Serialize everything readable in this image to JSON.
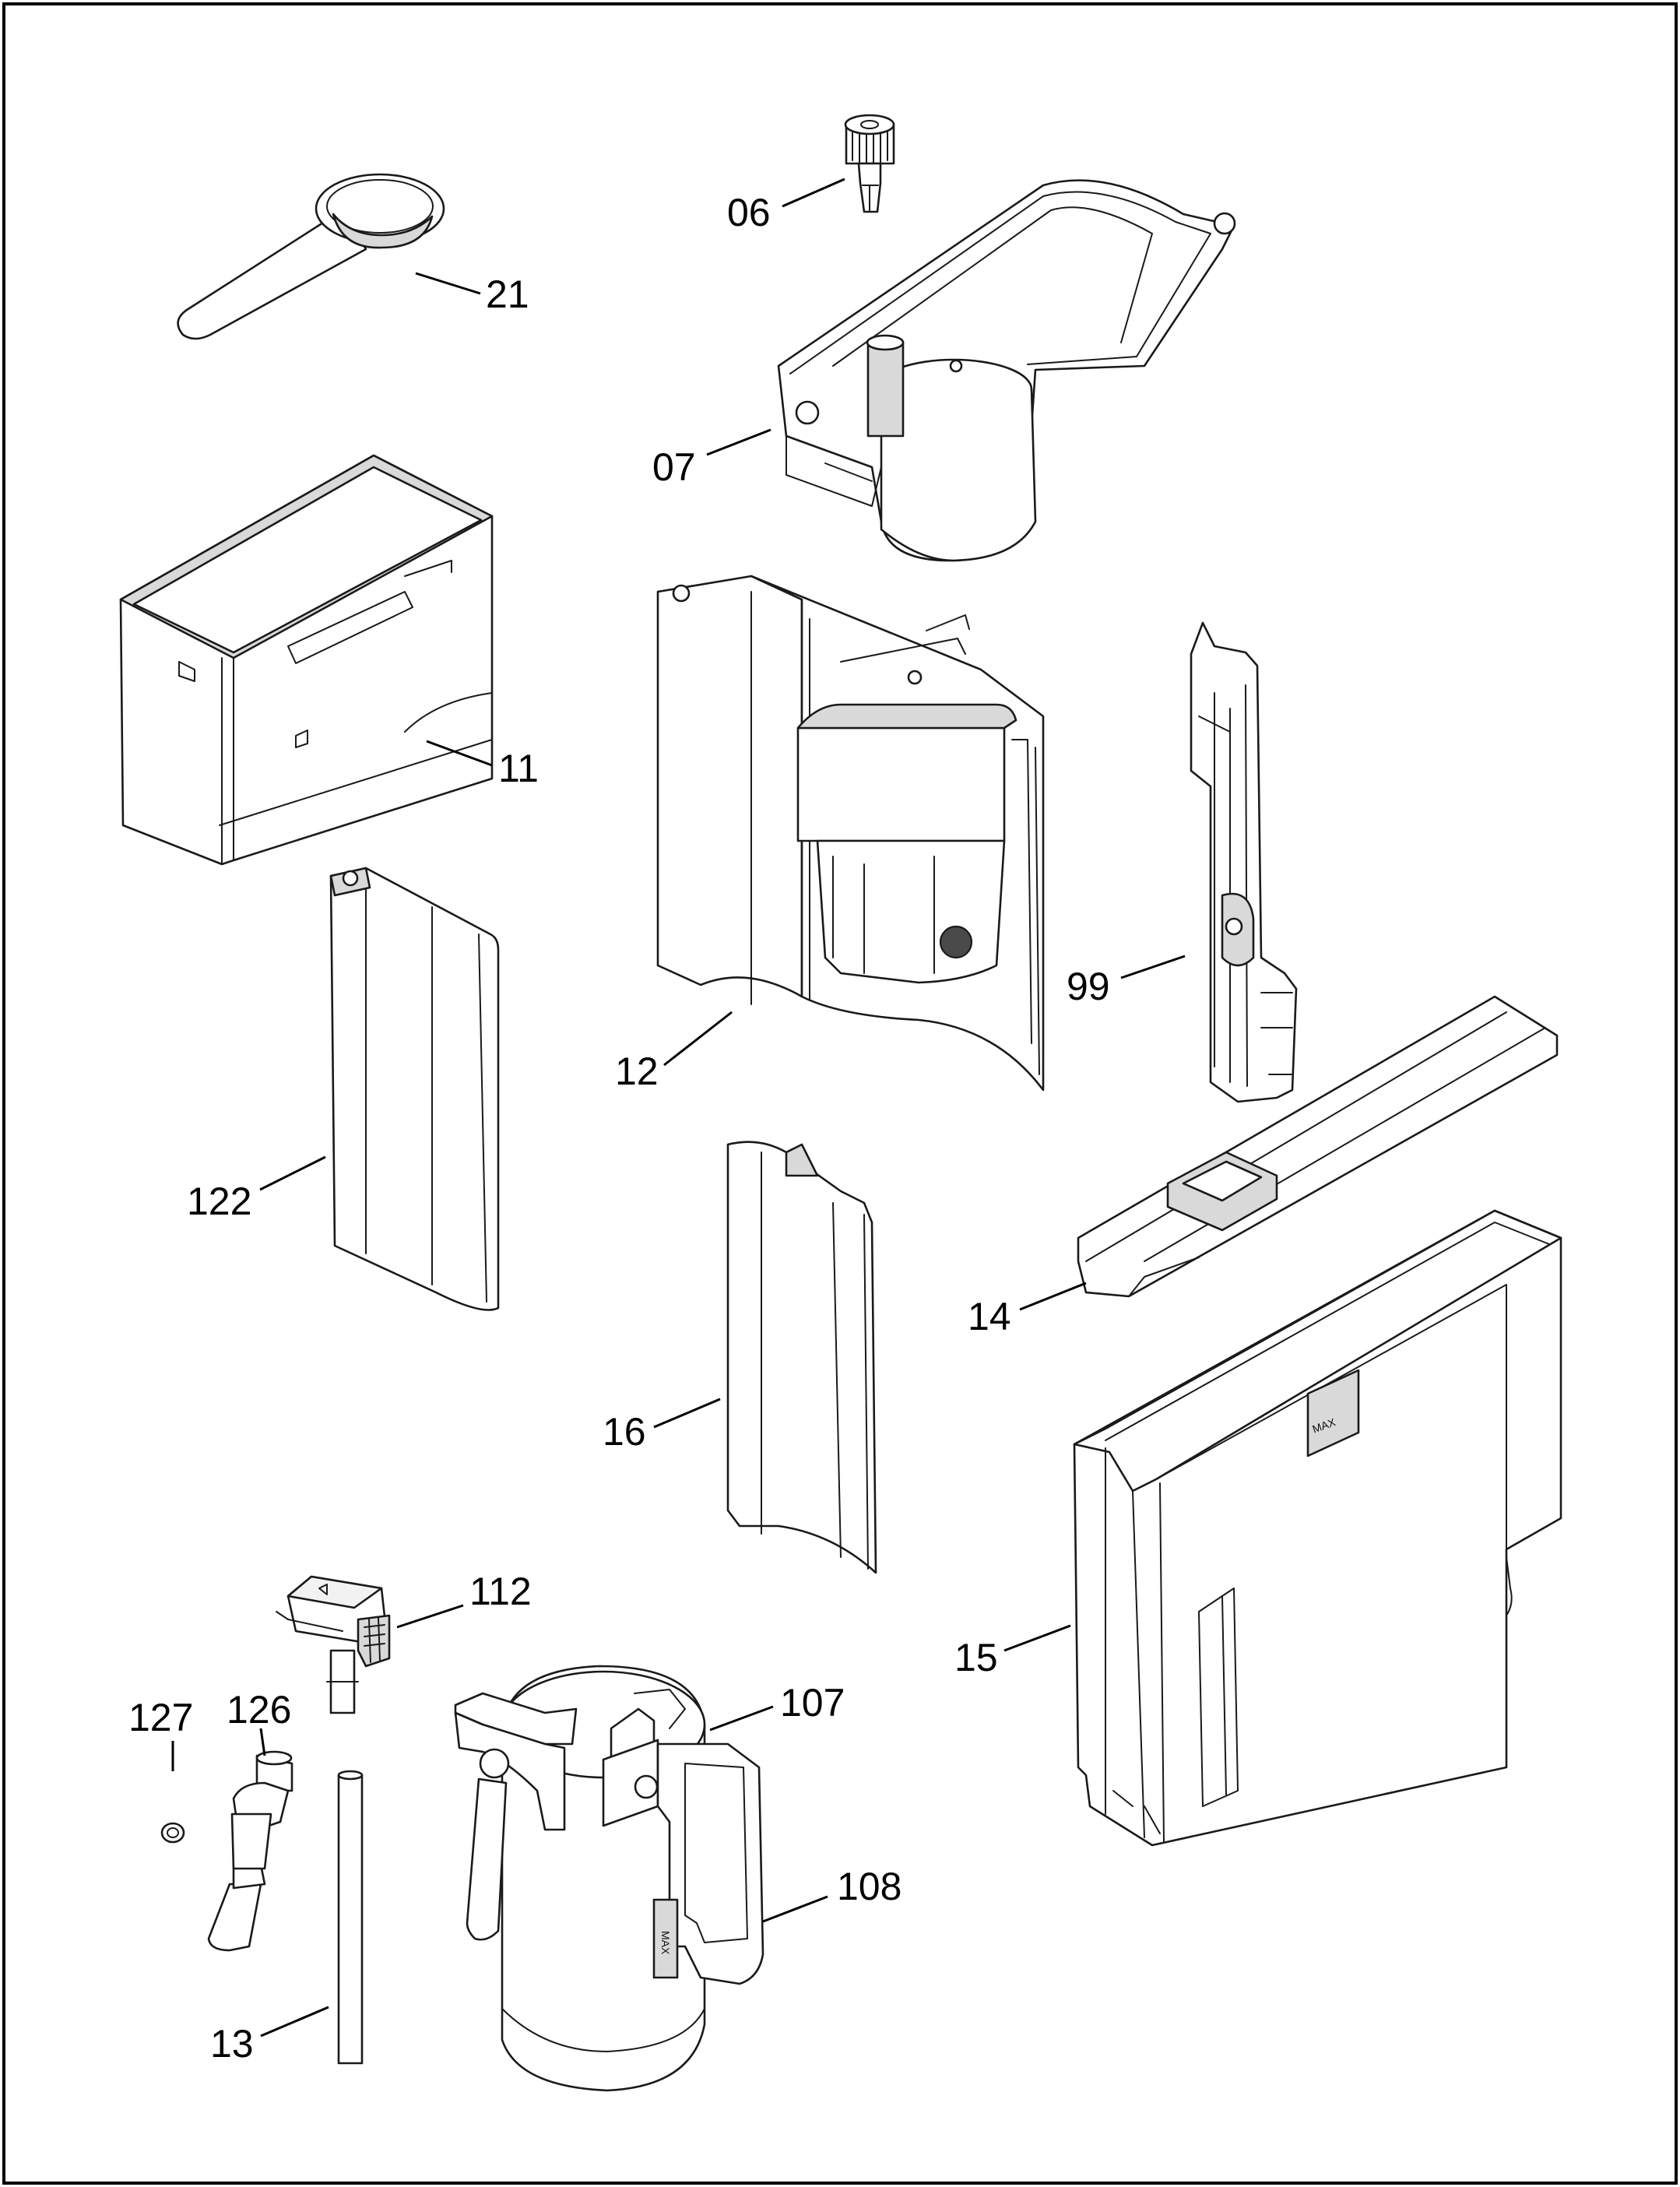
{
  "border_color": "#000000",
  "callouts": [
    {
      "id": "c06",
      "text": "06"
    },
    {
      "id": "c21",
      "text": "21"
    },
    {
      "id": "c07",
      "text": "07"
    },
    {
      "id": "c11",
      "text": "11"
    },
    {
      "id": "c12",
      "text": "12"
    },
    {
      "id": "c99",
      "text": "99"
    },
    {
      "id": "c122",
      "text": "122"
    },
    {
      "id": "c14",
      "text": "14"
    },
    {
      "id": "c16",
      "text": "16"
    },
    {
      "id": "c112",
      "text": "112"
    },
    {
      "id": "c15",
      "text": "15"
    },
    {
      "id": "c127",
      "text": "127"
    },
    {
      "id": "c126",
      "text": "126"
    },
    {
      "id": "c107",
      "text": "107"
    },
    {
      "id": "c108",
      "text": "108"
    },
    {
      "id": "c13",
      "text": "13"
    }
  ],
  "embossed_text": {
    "tank_max": "MAX",
    "jug_max": "MAX"
  }
}
